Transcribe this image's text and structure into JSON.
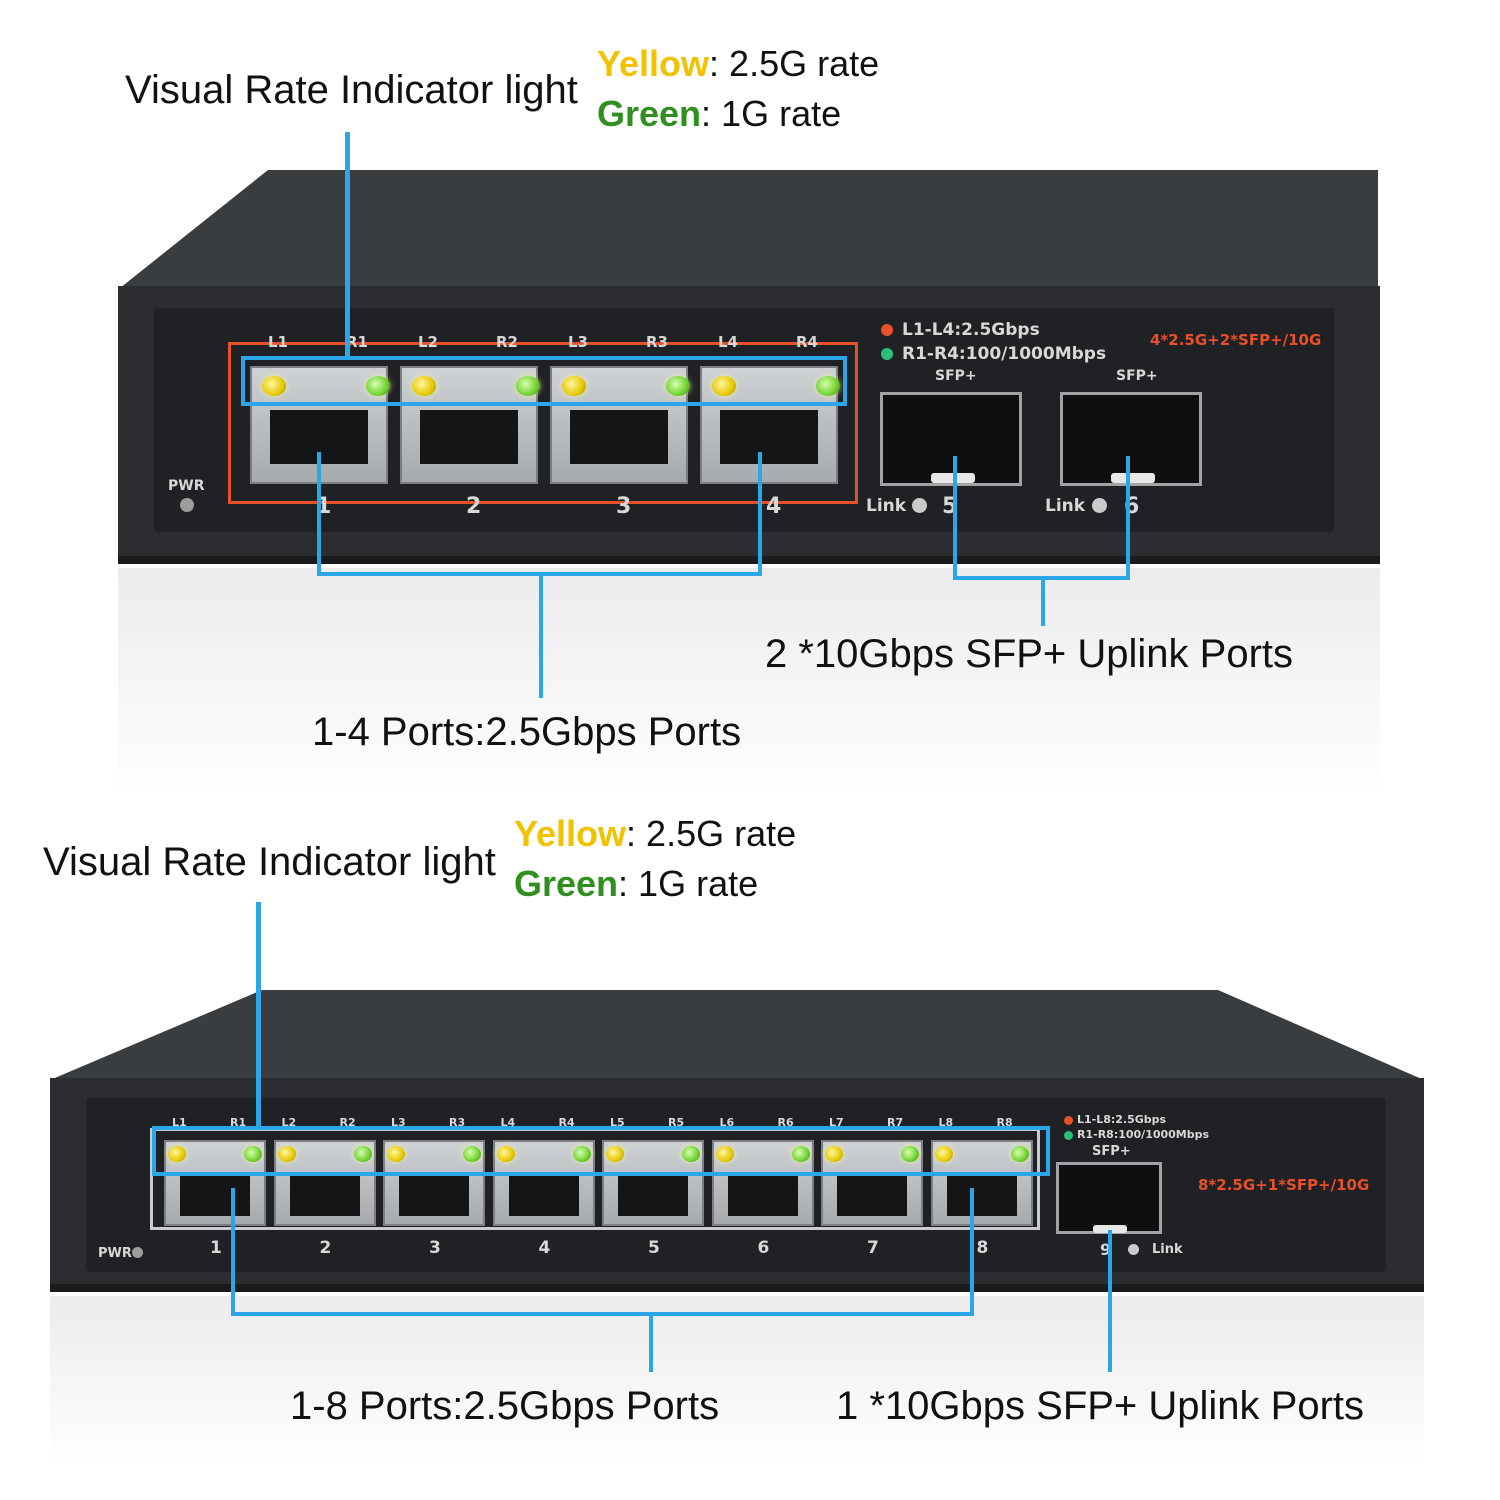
{
  "top": {
    "indicator_label": "Visual Rate Indicator light",
    "legend": {
      "yellow_word": "Yellow",
      "yellow_rest": ": 2.5G rate",
      "green_word": "Green",
      "green_rest": ": 1G rate"
    },
    "ports_label": "1-4 Ports:2.5Gbps Ports",
    "uplink_label": "2 *10Gbps SFP+ Uplink Ports",
    "led_labels": [
      "L1",
      "R1",
      "L2",
      "R2",
      "L3",
      "R3",
      "L4",
      "R4"
    ],
    "port_numbers": [
      "1",
      "2",
      "3",
      "4"
    ],
    "sfp_numbers": [
      "5",
      "6"
    ],
    "pwr": "PWR",
    "link": "Link",
    "sfp_label": "SFP+",
    "legend_l": "L1-L4:2.5Gbps",
    "legend_r": "R1-R4:100/1000Mbps",
    "model": "4*2.5G+2*SFP+/10G"
  },
  "bottom": {
    "indicator_label": "Visual Rate Indicator light",
    "legend": {
      "yellow_word": "Yellow",
      "yellow_rest": ": 2.5G rate",
      "green_word": "Green",
      "green_rest": ": 1G rate"
    },
    "ports_label": "1-8 Ports:2.5Gbps Ports",
    "uplink_label": "1 *10Gbps SFP+ Uplink Ports",
    "led_labels": [
      "L1",
      "R1",
      "L2",
      "R2",
      "L3",
      "R3",
      "L4",
      "R4",
      "L5",
      "R5",
      "L6",
      "R6",
      "L7",
      "R7",
      "L8",
      "R8"
    ],
    "port_numbers": [
      "1",
      "2",
      "3",
      "4",
      "5",
      "6",
      "7",
      "8"
    ],
    "sfp_numbers": [
      "9"
    ],
    "pwr": "PWR",
    "link": "Link",
    "sfp_label": "SFP+",
    "legend_l": "L1-L8:2.5Gbps",
    "legend_r": "R1-R8:100/1000Mbps",
    "model": "8*2.5G+1*SFP+/10G"
  },
  "colors": {
    "callout": "#2ba6e8",
    "yellow": "#f2c200",
    "green": "#2f8f1f",
    "accent": "#e8502a"
  }
}
